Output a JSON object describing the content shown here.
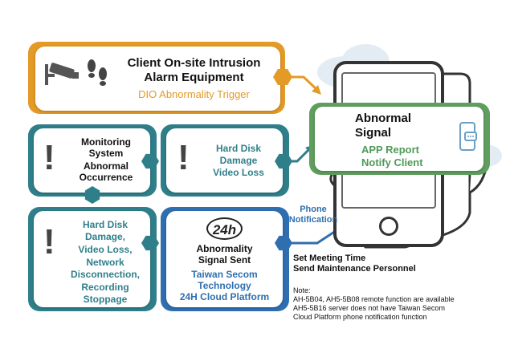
{
  "colors": {
    "orange": "#e39a27",
    "teal": "#2f7f8a",
    "blue": "#2f6fb0",
    "green": "#4f9a58",
    "dark": "#111111"
  },
  "top_box": {
    "title_line1": "Client On-site Intrusion",
    "title_line2": "Alarm Equipment",
    "subtitle": "DIO Abnormality Trigger",
    "icons": [
      "cctv-camera-icon",
      "footprints-icon"
    ]
  },
  "monitoring_box": {
    "line1": "Monitoring",
    "line2": "System",
    "line3": "Abnormal",
    "line4": "Occurrence",
    "icon": "exclamation-icon"
  },
  "disk_box": {
    "line1": "Hard Disk",
    "line2": "Damage",
    "line3": "Video Loss",
    "icon": "exclamation-icon"
  },
  "left_bottom_box": {
    "lines": [
      "Hard Disk",
      "Damage,",
      "Video Loss,",
      "Network",
      "Disconnection,",
      "Recording",
      "Stoppage"
    ],
    "icon": "exclamation-icon"
  },
  "signal_box": {
    "badge": "24h",
    "title_line1": "Abnormality",
    "title_line2": "Signal Sent",
    "sub_line1": "Taiwan Secom",
    "sub_line2": "Technology",
    "sub_line3": "24H Cloud Platform"
  },
  "phone": {
    "title_line1": "Abnormal",
    "title_line2": "Signal",
    "sub_line1": "APP Report",
    "sub_line2": "Notify Client",
    "side_icon": "phone-chat-icon"
  },
  "phone_notification": {
    "line1": "Phone",
    "line2": "Notification"
  },
  "meeting": {
    "line1": "Set Meeting Time",
    "line2": "Send Maintenance Personnel"
  },
  "note": {
    "title": "Note:",
    "line1": "AH-5B04, AH5-5B08 remote function are available",
    "line2": "AH5-5B16 server does not have Taiwan Secom",
    "line3": "Cloud Platform phone notification function"
  }
}
